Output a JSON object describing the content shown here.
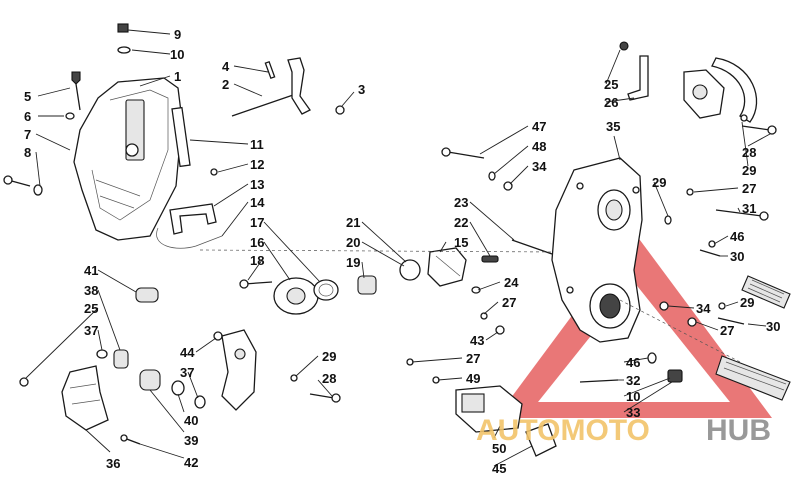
{
  "watermark": {
    "text_a": "AUTOMOTO",
    "text_b": "HUB",
    "color_a": "#f2c46a",
    "color_b": "#8f8f8f",
    "triangle_color": "#e24a4a"
  },
  "labels": [
    {
      "id": "9",
      "text": "9"
    },
    {
      "id": "10a",
      "text": "10"
    },
    {
      "id": "1",
      "text": "1"
    },
    {
      "id": "5",
      "text": "5"
    },
    {
      "id": "6",
      "text": "6"
    },
    {
      "id": "7",
      "text": "7"
    },
    {
      "id": "8",
      "text": "8"
    },
    {
      "id": "4",
      "text": "4"
    },
    {
      "id": "2",
      "text": "2"
    },
    {
      "id": "3",
      "text": "3"
    },
    {
      "id": "11",
      "text": "11"
    },
    {
      "id": "12",
      "text": "12"
    },
    {
      "id": "13",
      "text": "13"
    },
    {
      "id": "14",
      "text": "14"
    },
    {
      "id": "17",
      "text": "17"
    },
    {
      "id": "16",
      "text": "16"
    },
    {
      "id": "18",
      "text": "18"
    },
    {
      "id": "21",
      "text": "21"
    },
    {
      "id": "20",
      "text": "20"
    },
    {
      "id": "19",
      "text": "19"
    },
    {
      "id": "15",
      "text": "15"
    },
    {
      "id": "22",
      "text": "22"
    },
    {
      "id": "23",
      "text": "23"
    },
    {
      "id": "24",
      "text": "24"
    },
    {
      "id": "27a",
      "text": "27"
    },
    {
      "id": "43",
      "text": "43"
    },
    {
      "id": "47",
      "text": "47"
    },
    {
      "id": "48",
      "text": "48"
    },
    {
      "id": "34a",
      "text": "34"
    },
    {
      "id": "35",
      "text": "35"
    },
    {
      "id": "25a",
      "text": "25"
    },
    {
      "id": "26",
      "text": "26"
    },
    {
      "id": "28a",
      "text": "28"
    },
    {
      "id": "29a",
      "text": "29"
    },
    {
      "id": "29b",
      "text": "29"
    },
    {
      "id": "27b",
      "text": "27"
    },
    {
      "id": "31",
      "text": "31"
    },
    {
      "id": "46a",
      "text": "46"
    },
    {
      "id": "30a",
      "text": "30"
    },
    {
      "id": "34b",
      "text": "34"
    },
    {
      "id": "29c",
      "text": "29"
    },
    {
      "id": "27c",
      "text": "27"
    },
    {
      "id": "30b",
      "text": "30"
    },
    {
      "id": "41",
      "text": "41"
    },
    {
      "id": "38",
      "text": "38"
    },
    {
      "id": "25b",
      "text": "25"
    },
    {
      "id": "37a",
      "text": "37"
    },
    {
      "id": "44",
      "text": "44"
    },
    {
      "id": "37b",
      "text": "37"
    },
    {
      "id": "29d",
      "text": "29"
    },
    {
      "id": "28b",
      "text": "28"
    },
    {
      "id": "27d",
      "text": "27"
    },
    {
      "id": "49",
      "text": "49"
    },
    {
      "id": "46b",
      "text": "46"
    },
    {
      "id": "32",
      "text": "32"
    },
    {
      "id": "10b",
      "text": "10"
    },
    {
      "id": "33",
      "text": "33"
    },
    {
      "id": "39",
      "text": "39"
    },
    {
      "id": "40",
      "text": "40"
    },
    {
      "id": "36",
      "text": "36"
    },
    {
      "id": "42",
      "text": "42"
    },
    {
      "id": "50",
      "text": "50"
    },
    {
      "id": "45",
      "text": "45"
    }
  ]
}
